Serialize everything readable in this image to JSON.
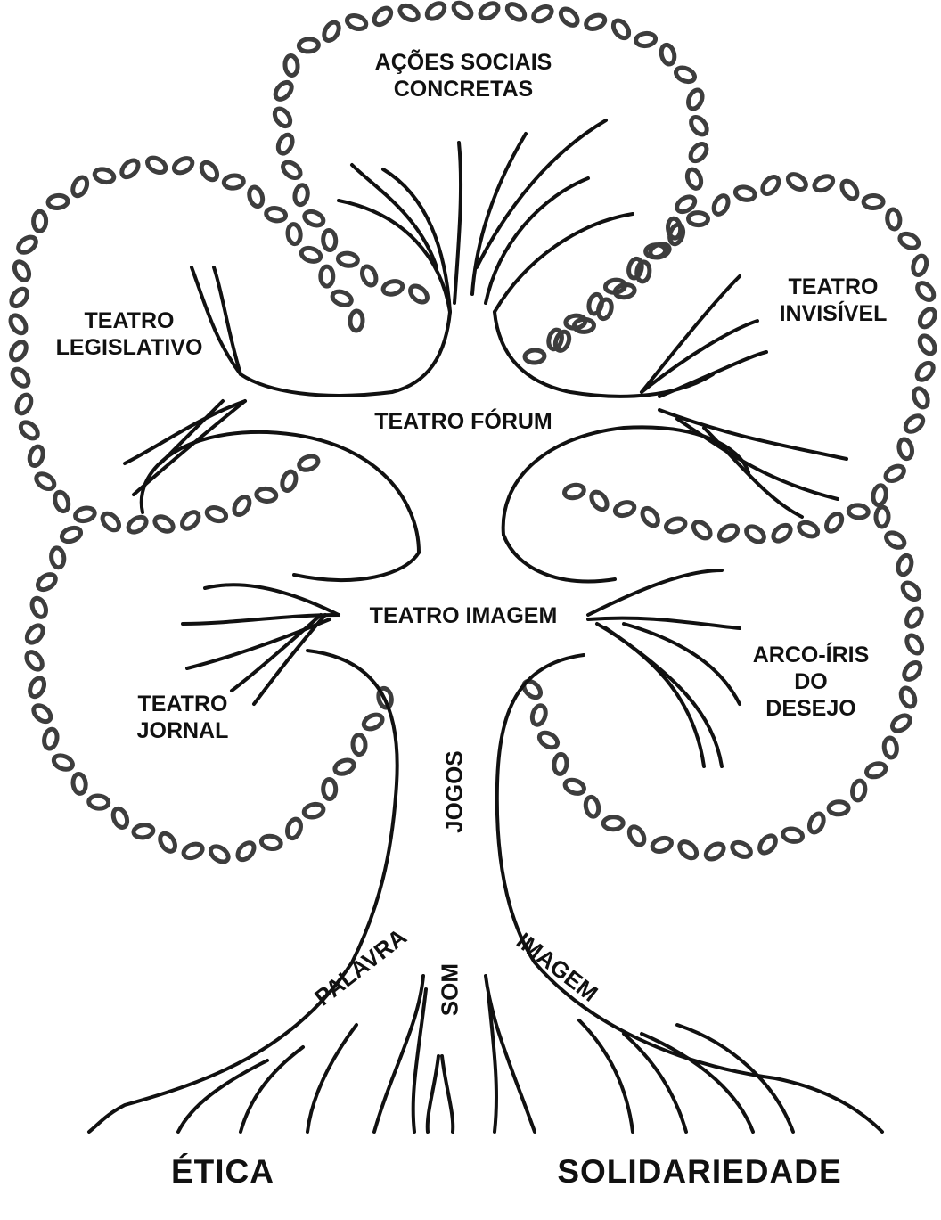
{
  "colors": {
    "ink": "#111111",
    "leaf": "#3d3d3d",
    "paper": "#ffffff"
  },
  "crown": {
    "top": [
      "AÇÕES SOCIAIS",
      "CONCRETAS"
    ],
    "upper_left": [
      "TEATRO",
      "LEGISLATIVO"
    ],
    "upper_right": [
      "TEATRO",
      "INVISÍVEL"
    ],
    "center_upper": "TEATRO FÓRUM",
    "center_lower": "TEATRO IMAGEM",
    "lower_left": [
      "TEATRO",
      "JORNAL"
    ],
    "lower_right": [
      "ARCO-ÍRIS",
      "DO",
      "DESEJO"
    ]
  },
  "trunk": {
    "label": "JOGOS"
  },
  "roots": {
    "left": "PALAVRA",
    "middle": "SOM",
    "right": "IMAGEM"
  },
  "ground": {
    "left": "ÉTICA",
    "right": "SOLIDARIEDADE"
  }
}
